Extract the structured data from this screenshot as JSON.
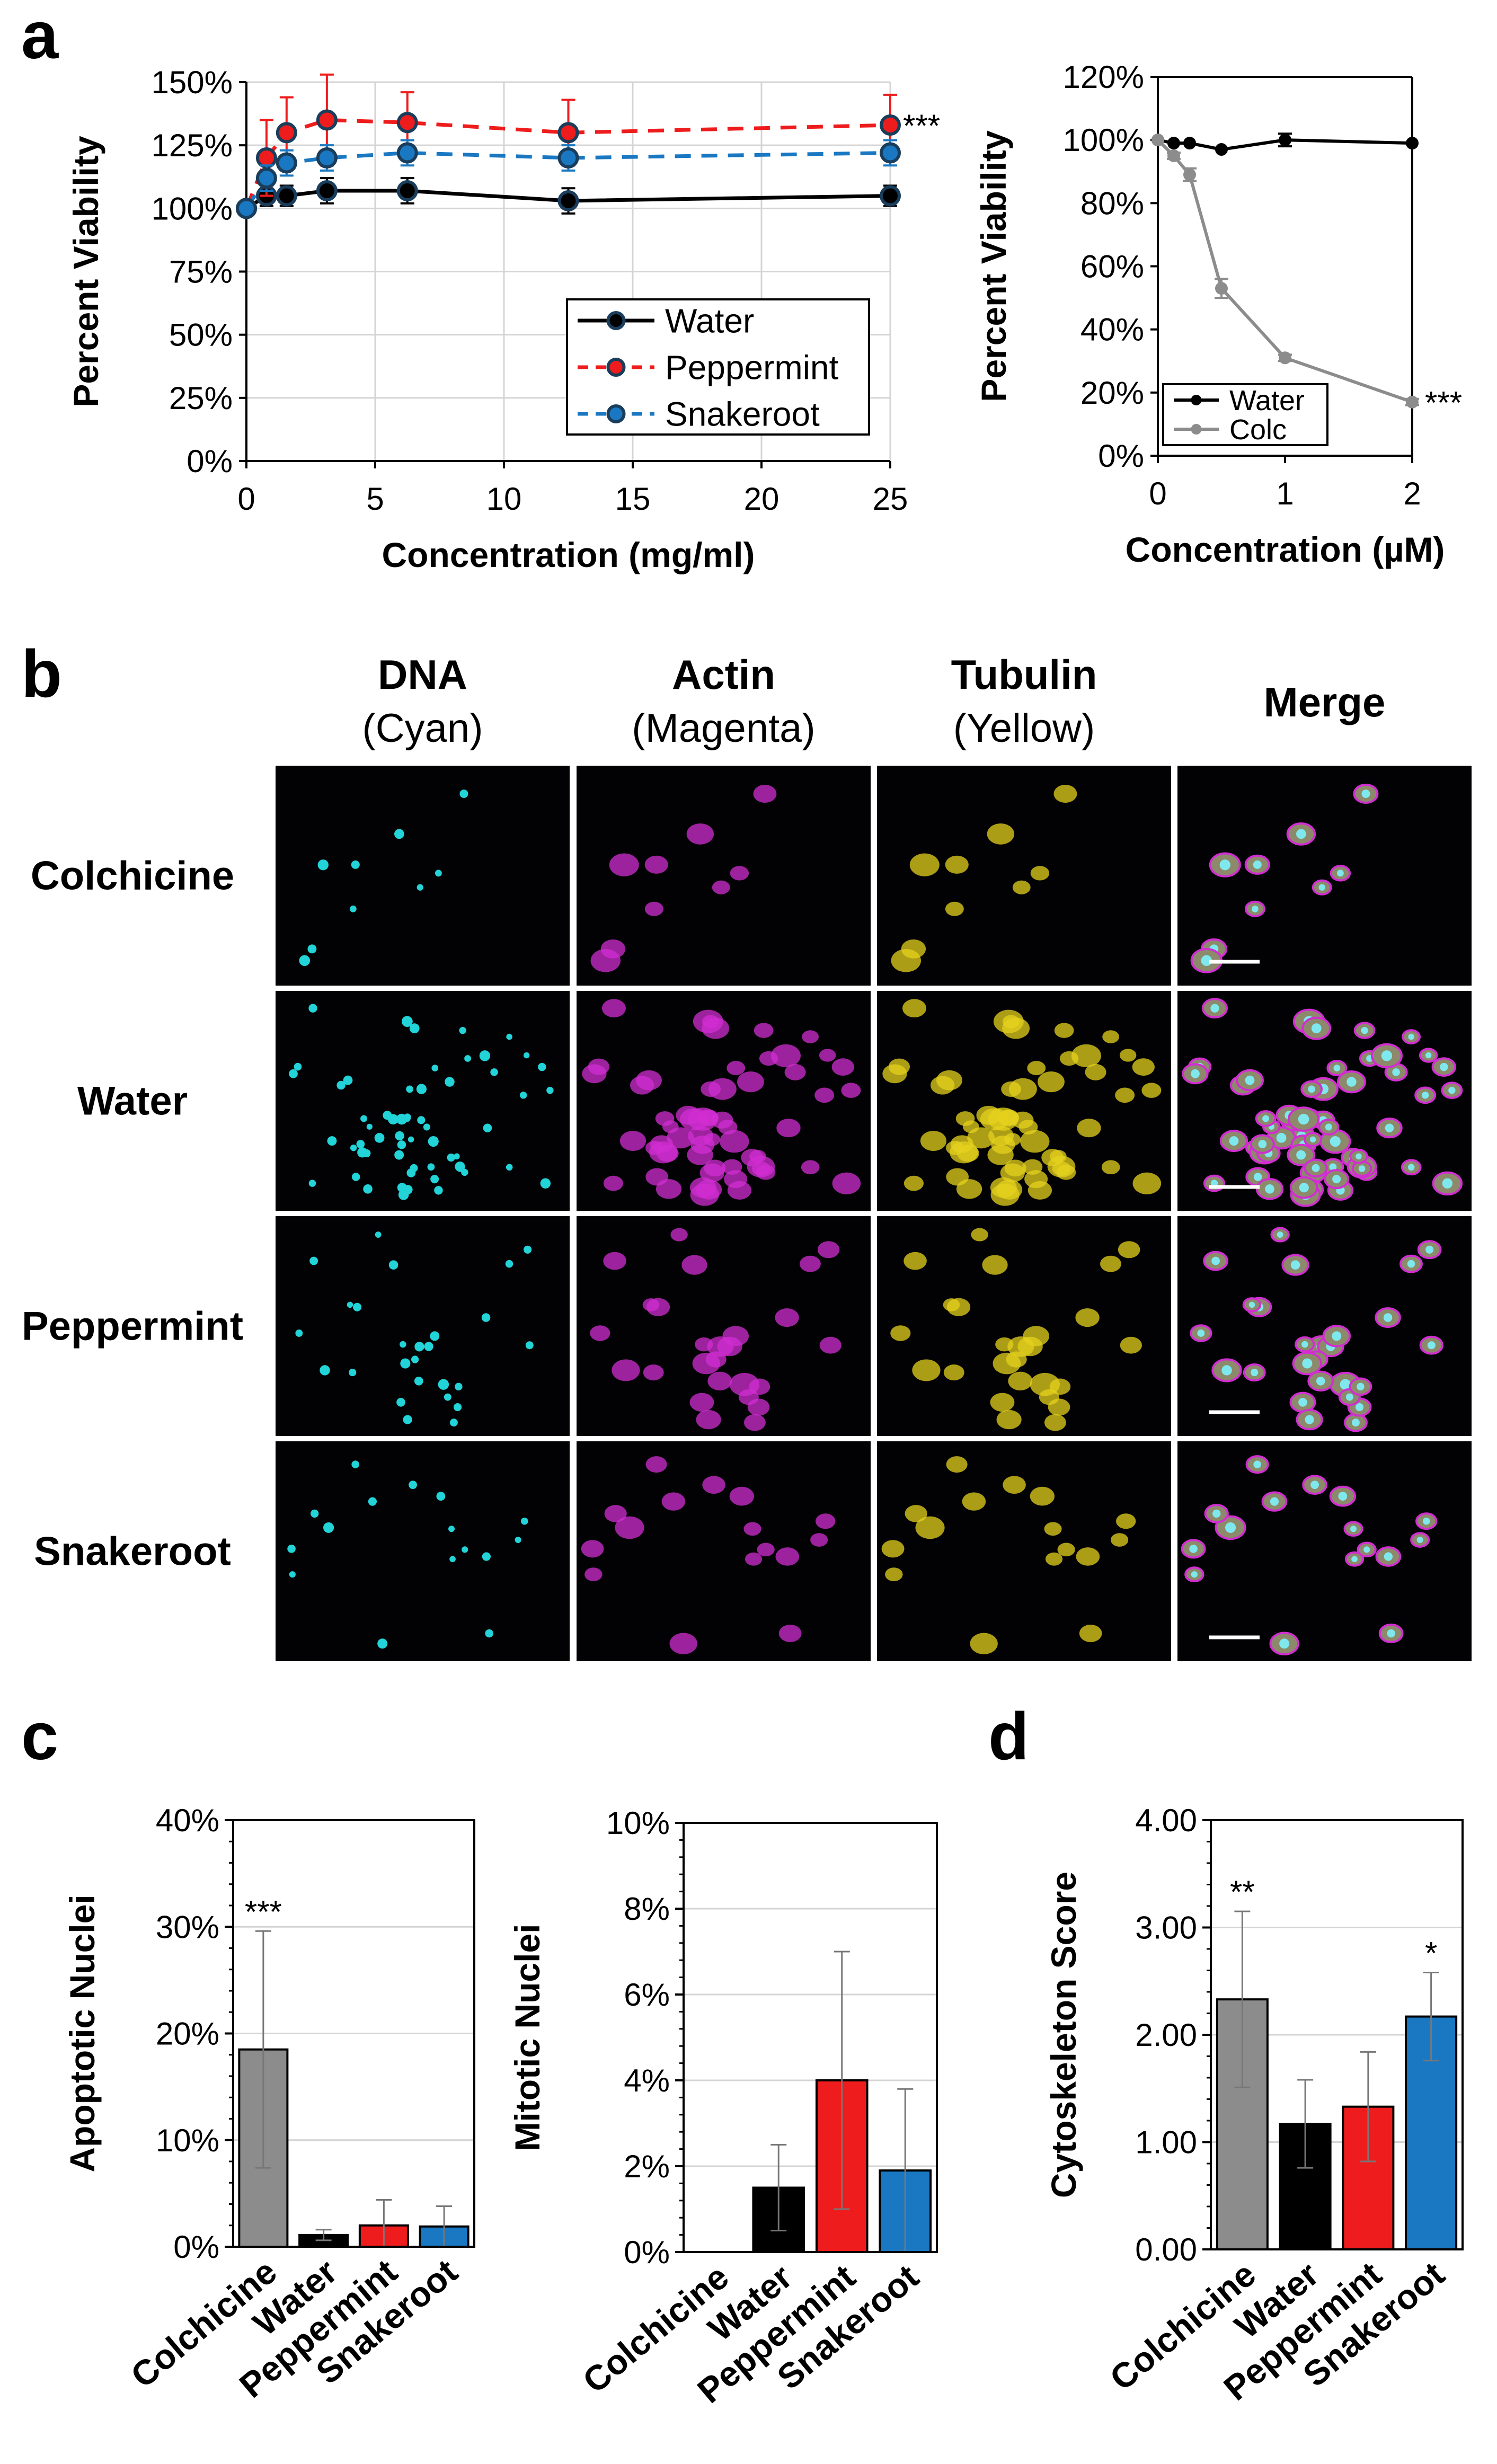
{
  "panels": {
    "a": "a",
    "b": "b",
    "c": "c",
    "d": "d"
  },
  "microscopy": {
    "columns": [
      {
        "title": "DNA",
        "subtitle": "(Cyan)",
        "color": "#22d3d8"
      },
      {
        "title": "Actin",
        "subtitle": "(Magenta)",
        "color": "#d12ed1"
      },
      {
        "title": "Tubulin",
        "subtitle": "(Yellow)",
        "color": "#e6d21e"
      },
      {
        "title": "Merge",
        "subtitle": "",
        "color": "#e8e8f0"
      }
    ],
    "rows": [
      "Colchicine",
      "Water",
      "Peppermint",
      "Snakeroot"
    ]
  },
  "chart_data": [
    {
      "id": "a1",
      "type": "line",
      "xlabel": "Concentration (mg/ml)",
      "ylabel": "Percent Viability",
      "x": [
        0,
        0.78,
        1.56,
        3.125,
        6.25,
        12.5,
        25
      ],
      "xlim": [
        0,
        25
      ],
      "xticks": [
        "0",
        "5",
        "10",
        "15",
        "20",
        "25"
      ],
      "ylim": [
        0,
        150
      ],
      "yticks": [
        "0%",
        "25%",
        "50%",
        "75%",
        "100%",
        "125%",
        "150%"
      ],
      "grid": true,
      "legend_position": "bottom-right",
      "series": [
        {
          "name": "Water",
          "color": "#000000",
          "dash": "solid",
          "values": [
            100,
            105,
            105,
            107,
            107,
            103,
            105
          ],
          "err": [
            0,
            4,
            4,
            5,
            5,
            5,
            4
          ]
        },
        {
          "name": "Peppermint",
          "color": "#ee1c1c",
          "dash": "dashed",
          "values": [
            100,
            120,
            130,
            135,
            134,
            130,
            133
          ],
          "err": [
            0,
            15,
            14,
            18,
            12,
            13,
            12
          ]
        },
        {
          "name": "Snakeroot",
          "color": "#1a78c2",
          "dash": "dashed",
          "values": [
            100,
            112,
            118,
            120,
            122,
            120,
            122
          ],
          "err": [
            0,
            5,
            5,
            5,
            5,
            5,
            5
          ]
        }
      ],
      "annotations": [
        {
          "text": "***",
          "x": 25,
          "y": 133
        }
      ]
    },
    {
      "id": "a2",
      "type": "line",
      "xlabel": "Concentration (µM)",
      "ylabel": "Percent Viability",
      "x": [
        0,
        0.125,
        0.25,
        0.5,
        1,
        2
      ],
      "xlim": [
        0,
        2
      ],
      "xticks": [
        "0",
        "1",
        "2"
      ],
      "ylim": [
        0,
        120
      ],
      "yticks": [
        "0%",
        "20%",
        "40%",
        "60%",
        "80%",
        "100%",
        "120%"
      ],
      "grid": false,
      "legend_position": "bottom-left",
      "series": [
        {
          "name": "Water",
          "color": "#000000",
          "values": [
            100,
            99,
            99,
            97,
            100,
            99
          ],
          "err": [
            0,
            0,
            0,
            0,
            2,
            0
          ]
        },
        {
          "name": "Colc",
          "color": "#8c8c8c",
          "values": [
            100,
            95,
            89,
            53,
            31,
            17
          ],
          "err": [
            0,
            1,
            2,
            3,
            1,
            1
          ]
        }
      ],
      "annotations": [
        {
          "text": "***",
          "x": 2,
          "y": 17
        }
      ]
    },
    {
      "id": "c1",
      "type": "bar",
      "ylabel": "Apoptotic Nuclei",
      "categories": [
        "Colchicine",
        "Water",
        "Peppermint",
        "Snakeroot"
      ],
      "values": [
        18.5,
        1.1,
        2.0,
        1.9
      ],
      "err": [
        11.1,
        0.5,
        2.4,
        1.9
      ],
      "colors": [
        "#8c8c8c",
        "#000000",
        "#ee1c1c",
        "#1a78c2"
      ],
      "ylim": [
        0,
        40
      ],
      "yticks": [
        "0%",
        "10%",
        "20%",
        "30%",
        "40%"
      ],
      "annotations": [
        {
          "text": "***",
          "category": "Colchicine"
        }
      ]
    },
    {
      "id": "c2",
      "type": "bar",
      "ylabel": "Mitotic Nuclei",
      "categories": [
        "Colchicine",
        "Water",
        "Peppermint",
        "Snakeroot"
      ],
      "values": [
        0,
        1.5,
        4.0,
        1.9
      ],
      "err": [
        0,
        1.0,
        3.0,
        1.9
      ],
      "colors": [
        "#8c8c8c",
        "#000000",
        "#ee1c1c",
        "#1a78c2"
      ],
      "ylim": [
        0,
        10
      ],
      "yticks": [
        "0%",
        "2%",
        "4%",
        "6%",
        "8%",
        "10%"
      ],
      "annotations": []
    },
    {
      "id": "d",
      "type": "bar",
      "ylabel": "Cytoskeleton Score",
      "categories": [
        "Colchicine",
        "Water",
        "Peppermint",
        "Snakeroot"
      ],
      "values": [
        2.33,
        1.17,
        1.33,
        2.17
      ],
      "err": [
        0.82,
        0.41,
        0.51,
        0.41
      ],
      "colors": [
        "#8c8c8c",
        "#000000",
        "#ee1c1c",
        "#1a78c2"
      ],
      "ylim": [
        0,
        4
      ],
      "yticks": [
        "0.00",
        "1.00",
        "2.00",
        "3.00",
        "4.00"
      ],
      "annotations": [
        {
          "text": "**",
          "category": "Colchicine"
        },
        {
          "text": "*",
          "category": "Snakeroot"
        }
      ]
    }
  ]
}
